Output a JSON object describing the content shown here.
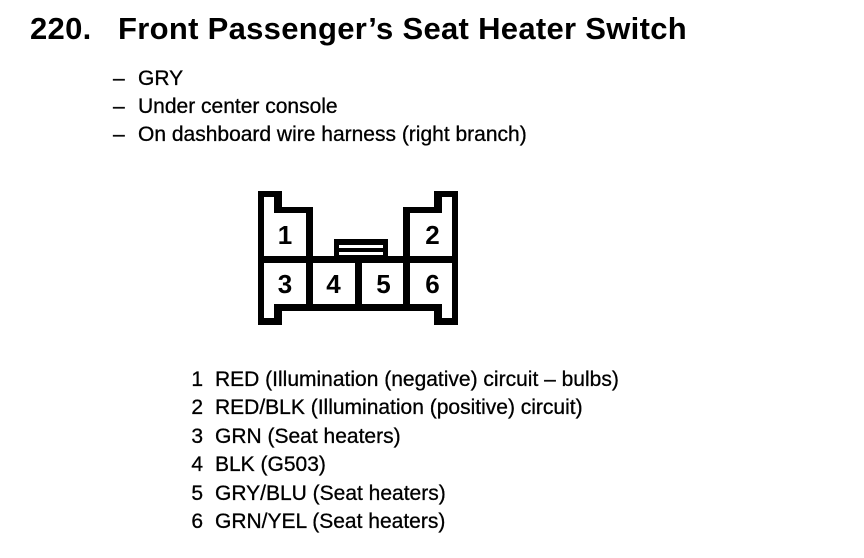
{
  "page": {
    "background": "#ffffff",
    "ink": "#000000"
  },
  "header": {
    "number": "220.",
    "title": "Front Passenger’s Seat Heater Switch"
  },
  "details": {
    "marker": "–",
    "items": [
      "GRY",
      "Under center console",
      "On dashboard wire harness (right branch)"
    ]
  },
  "connector": {
    "description": "6-pin connector front view, 2 pins top row, 4 pins bottom row, latch tab at top center",
    "pins": [
      "1",
      "2",
      "3",
      "4",
      "5",
      "6"
    ]
  },
  "pin_legend": {
    "rows": [
      {
        "pin": "1",
        "label": "RED (Illumination (negative) circuit – bulbs)"
      },
      {
        "pin": "2",
        "label": "RED/BLK (Illumination (positive) circuit)"
      },
      {
        "pin": "3",
        "label": "GRN (Seat heaters)"
      },
      {
        "pin": "4",
        "label": "BLK (G503)"
      },
      {
        "pin": "5",
        "label": "GRY/BLU (Seat heaters)"
      },
      {
        "pin": "6",
        "label": "GRN/YEL (Seat heaters)"
      }
    ]
  }
}
